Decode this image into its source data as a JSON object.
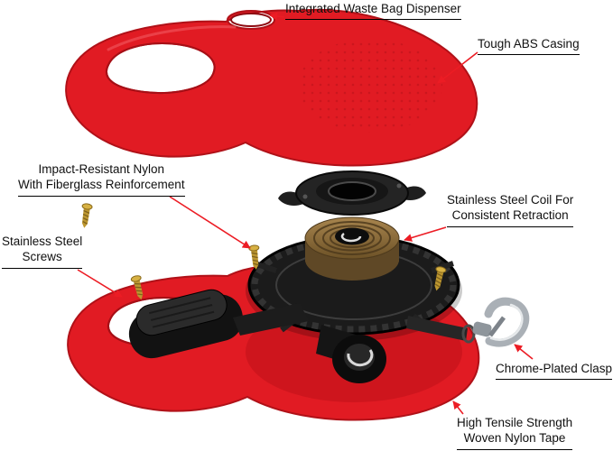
{
  "colors": {
    "background": "#ffffff",
    "shell_red": "#e11b23",
    "shell_red_dark": "#b01118",
    "shell_red_deep": "#8e0d13",
    "mechanism_black": "#1b1b1b",
    "coil_bronze": "#8a6a3c",
    "coil_bronze_dark": "#5f4826",
    "screw_gold": "#c79b2e",
    "clasp_silver": "#aab0b6",
    "arrow_red": "#ec1c24",
    "label_text": "#101010"
  },
  "callouts": {
    "dispenser": {
      "text": "Integrated Waste Bag Dispenser"
    },
    "casing": {
      "text": "Tough ABS Casing"
    },
    "nylon": {
      "line1": "Impact-Resistant Nylon",
      "line2": "With Fiberglass Reinforcement"
    },
    "screws": {
      "line1": "Stainless Steel",
      "line2": "Screws"
    },
    "coil": {
      "line1": "Stainless Steel Coil For",
      "line2": "Consistent Retraction"
    },
    "clasp": {
      "text": "Chrome-Plated Clasp"
    },
    "tape": {
      "line1": "High Tensile Strength",
      "line2": "Woven Nylon Tape"
    }
  }
}
